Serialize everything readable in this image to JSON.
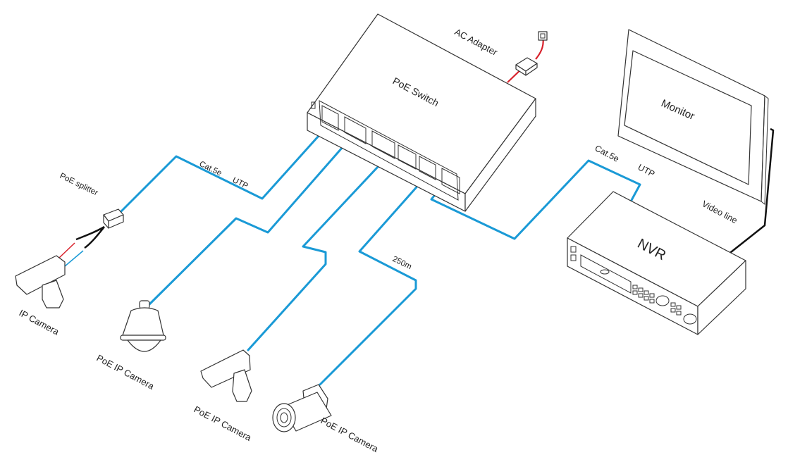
{
  "diagram": {
    "title": "PoE Switch network topology",
    "colors": {
      "utp_cable": "#1a9ad6",
      "power_cable": "#d8202a",
      "video_cable": "#111111",
      "outline": "#333333"
    },
    "devices": {
      "switch": "PoE  Switch",
      "ac_adapter": "AC Adapter",
      "monitor": "Monitor",
      "nvr": "NVR",
      "poe_splitter": "PoE splitter",
      "ip_camera": "IP Camera",
      "dome_camera": "PoE IP Camera",
      "box_camera": "PoE IP Camera",
      "bullet_camera": "PoE IP Camera"
    },
    "cables": {
      "left_cat": "Cat.5e",
      "left_utp": "UTP",
      "right_cat": "Cat.5e",
      "right_utp": "UTP",
      "distance": "250m",
      "video": "Video line"
    }
  }
}
